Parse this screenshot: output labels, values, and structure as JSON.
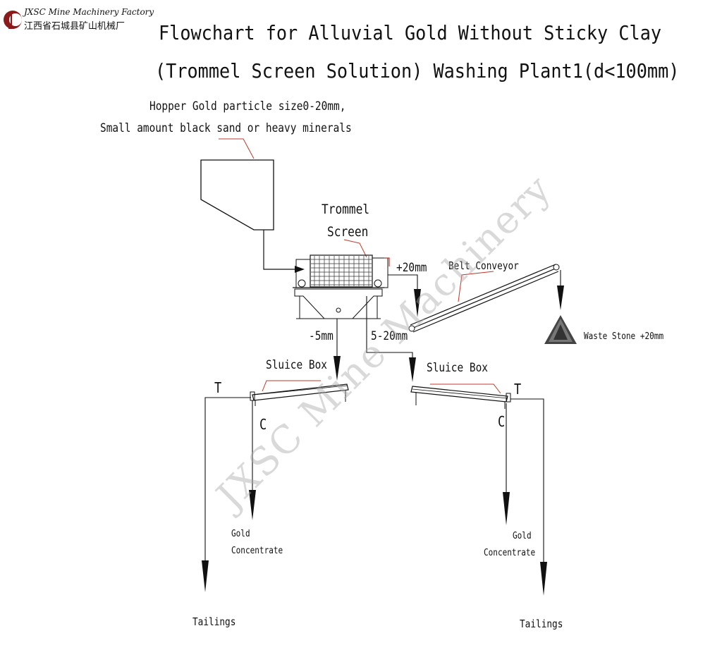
{
  "logo": {
    "en": "JXSC Mine Machinery Factory",
    "cn": "江西省石城县矿山机械厂"
  },
  "title_line1": "Flowchart for Alluvial Gold Without Sticky Clay",
  "title_line2": "(Trommel Screen Solution) Washing Plant1(d<100mm)",
  "hopper": {
    "line1": "Hopper Gold particle size0-20mm,",
    "line2": "Small amount black sand or heavy minerals"
  },
  "trommel": {
    "line1": "Trommel",
    "line2": "Screen"
  },
  "oversize": "+20mm",
  "belt_conveyor": "Belt Conveyor",
  "waste_stone": "Waste Stone +20mm",
  "fine": "-5mm",
  "medium": "5-20mm",
  "sluice_left": "Sluice Box",
  "sluice_right": "Sluice Box",
  "tail_mark": "T",
  "conc_mark": "C",
  "gold_left": {
    "line1": "Gold",
    "line2": "Concentrate"
  },
  "gold_right": {
    "line1": "Gold",
    "line2": "Concentrate"
  },
  "tailings_left": "Tailings",
  "tailings_right": "Tailings",
  "watermark": "JXSC Mine Machinery",
  "colors": {
    "ink": "#111111",
    "leader": "#c0392b",
    "logo": "#8b1a1a"
  }
}
